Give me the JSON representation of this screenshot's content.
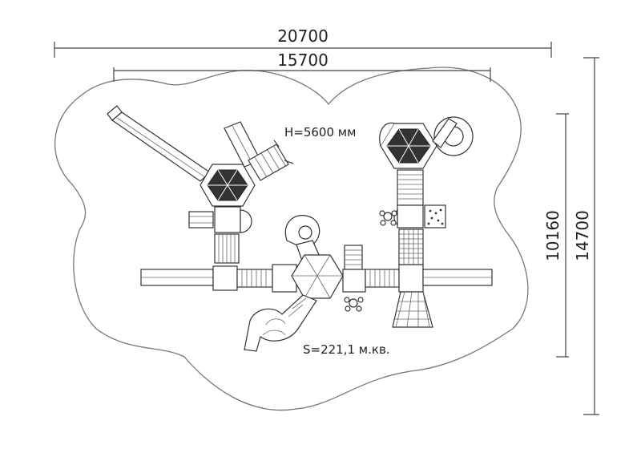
{
  "dimensions": {
    "total_width": "20700",
    "inner_width": "15700",
    "inner_depth": "10160",
    "total_depth": "14700"
  },
  "annotations": {
    "height": "H=5600 мм",
    "area": "S=221,1 м.кв."
  }
}
